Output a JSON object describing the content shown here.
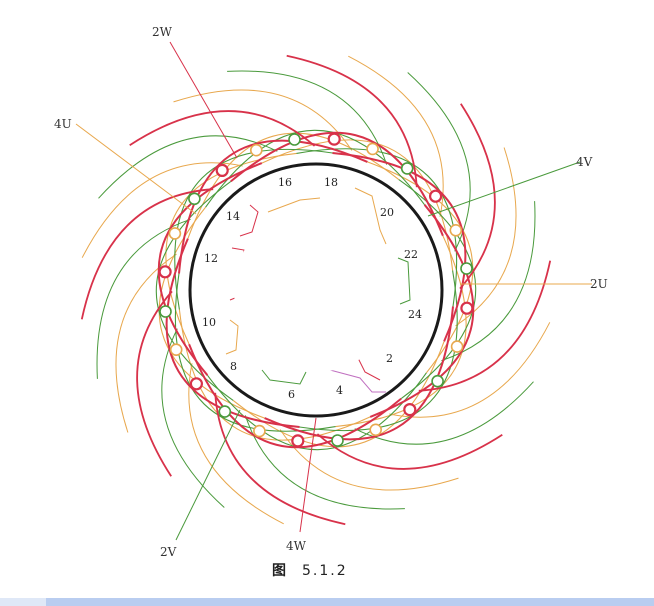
{
  "leads": {
    "u2": "2U",
    "u4": "4U",
    "v2": "2V",
    "v4": "4V",
    "w2": "2W",
    "w4": "4W"
  },
  "slots": {
    "s16": "16",
    "s18": "18",
    "s20": "20",
    "s22": "22",
    "s24": "24",
    "s2": "2",
    "s4": "4",
    "s6": "6",
    "s8": "8",
    "s10": "10",
    "s12": "12",
    "s14": "14"
  },
  "caption": {
    "figure_char": "图",
    "figure_number": "5.1.2"
  },
  "colors": {
    "phase_u": "#d8324a",
    "phase_v": "#4a9a3c",
    "phase_w": "#e8a84e",
    "core": "#1a1a1a"
  }
}
